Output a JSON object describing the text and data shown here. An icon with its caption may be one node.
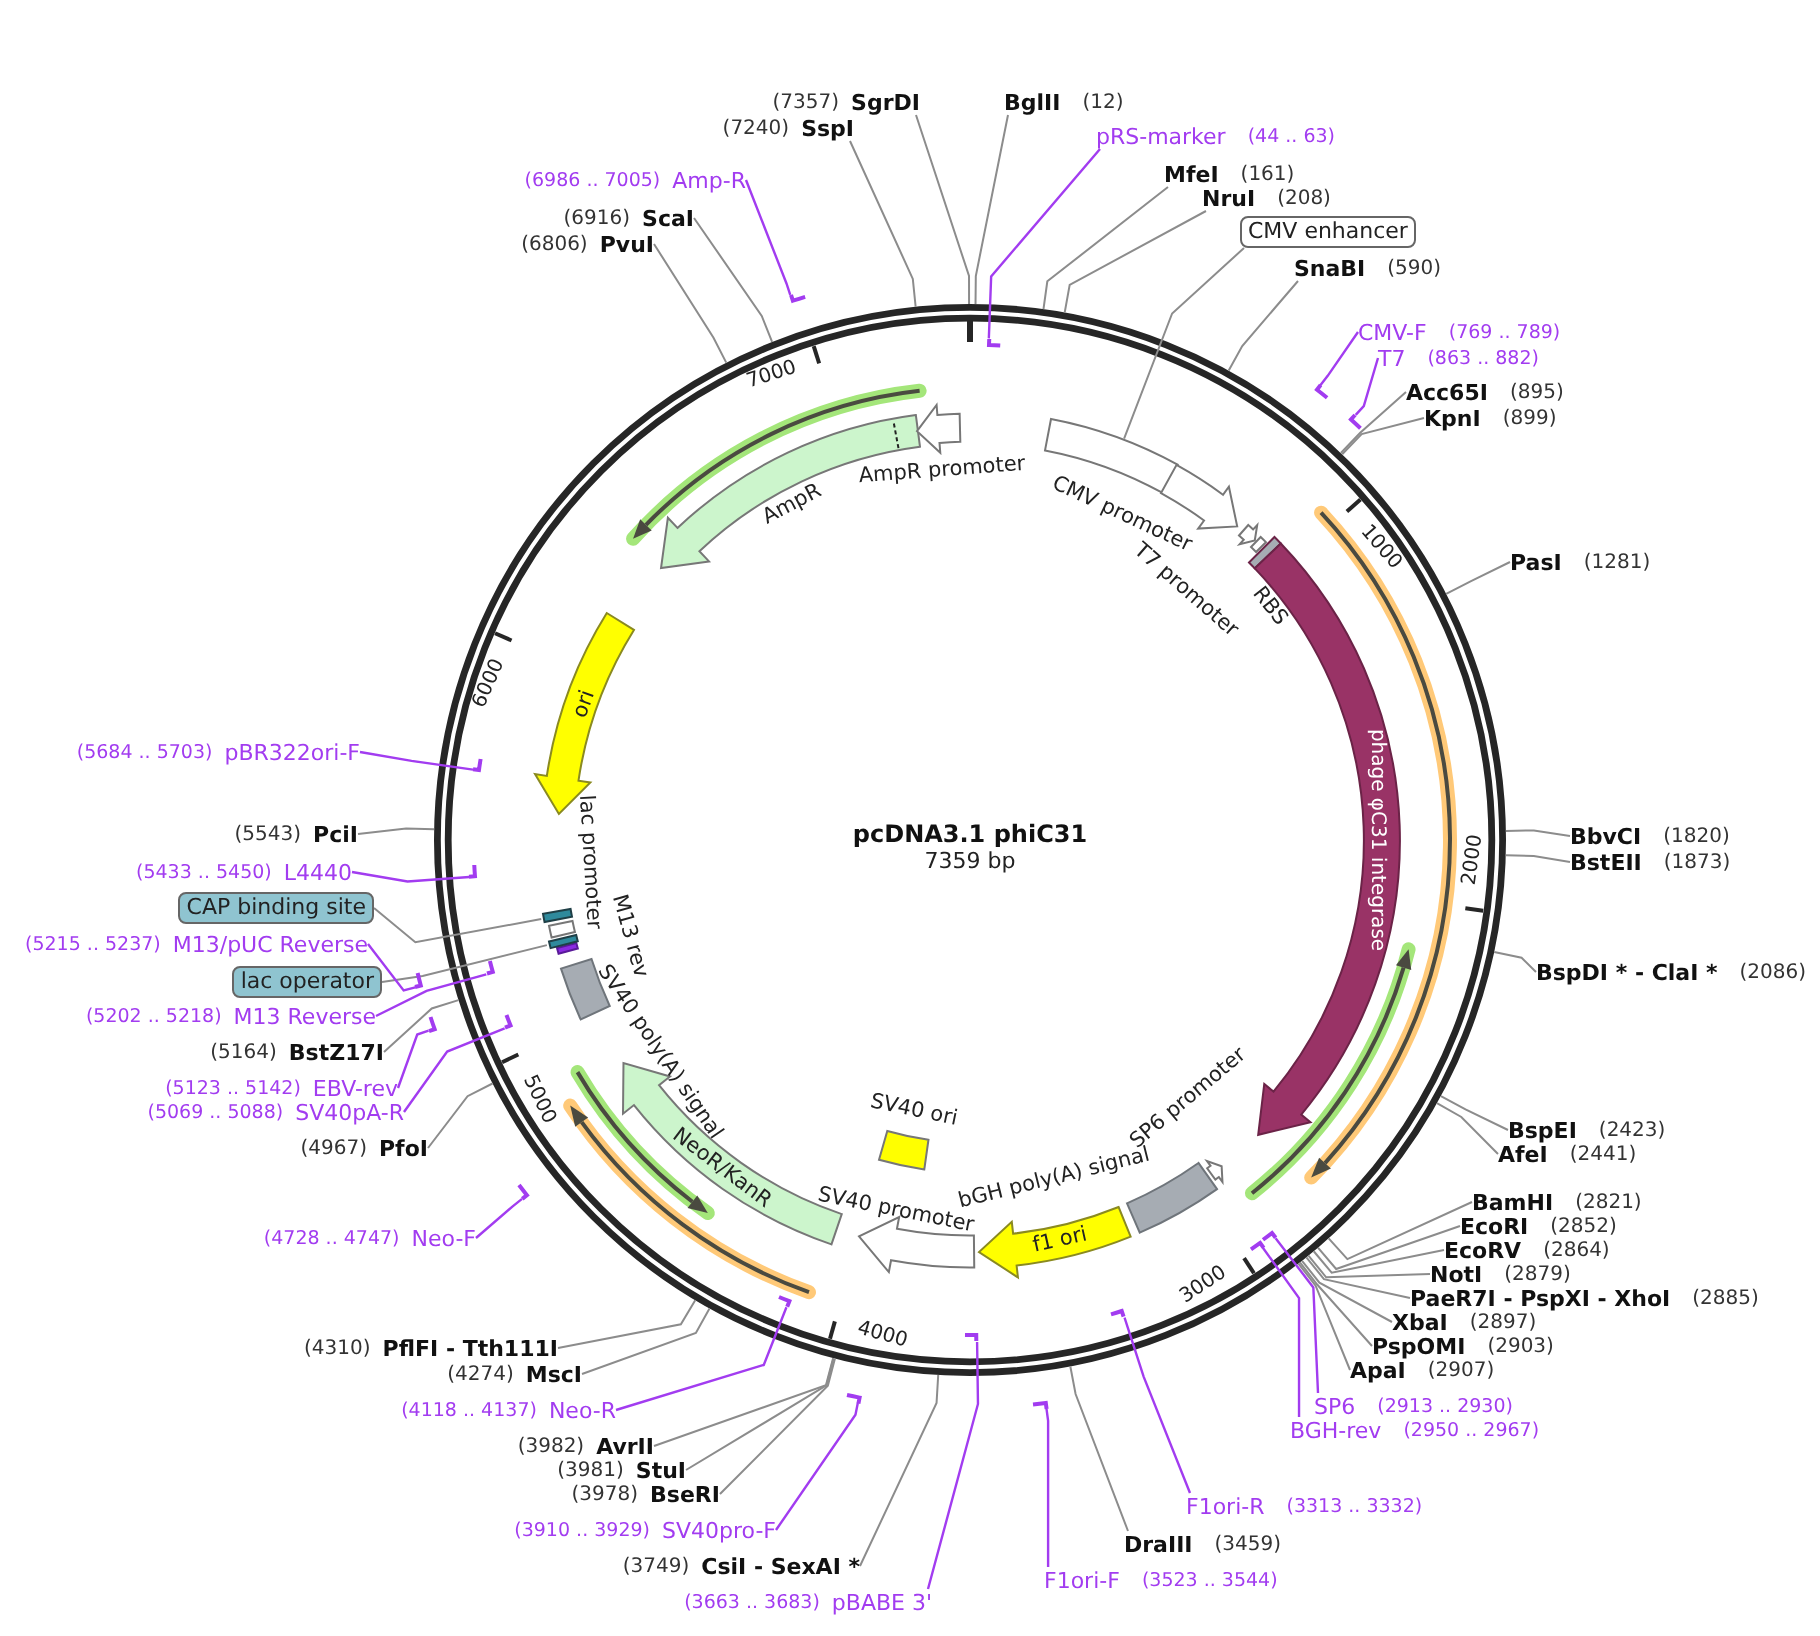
{
  "diagram": {
    "title": "pcDNA3.1 phiC31",
    "nodes": [
      {
        "text": [
          "BglII"
        ],
        "beside": [
          "(12)"
        ]
      },
      {
        "text": [
          "pRS-marker"
        ],
        "beside": [
          "(44 .. 63)"
        ]
      },
      {
        "text": [],
        "shape": "bar"
      },
      {
        "text": [
          "MfeI"
        ],
        "beside": [
          "(161)"
        ]
      },
      {
        "text": [
          "NruI"
        ],
        "beside": [
          "(208)"
        ]
      },
      {
        "text": [
          "CMV enhancer"
        ]
      },
      {
        "text": [
          "SnaBI"
        ],
        "beside": [
          "(590)"
        ]
      },
      {
        "text": [
          "CMV-F"
        ],
        "beside": [
          "(769 .. 789)"
        ]
      },
      {
        "text": [],
        "shape": "bar"
      },
      {
        "text": [
          "T7"
        ],
        "beside": [
          "(863 .. 882)"
        ]
      },
      {
        "text": [],
        "shape": "bar"
      },
      {
        "text": [
          "Acc65I"
        ],
        "beside": [
          "(895)"
        ]
      },
      {
        "text": [
          "KpnI"
        ],
        "beside": [
          "(899)"
        ]
      },
      {
        "text": [
          "PasI"
        ],
        "beside": [
          "(1281)"
        ]
      },
      {
        "text": [
          "BbvCI"
        ],
        "beside": [
          "(1820)"
        ]
      },
      {
        "text": [
          "BstEII"
        ],
        "beside": [
          "(1873)"
        ]
      },
      {
        "text": [
          "BspDI * - ClaI *"
        ],
        "beside": [
          "(2086)"
        ]
      },
      {
        "text": [
          "BspEI"
        ],
        "beside": [
          "(2423)"
        ]
      },
      {
        "text": [
          "AfeI"
        ],
        "beside": [
          "(2441)"
        ]
      },
      {
        "text": [
          "BamHI"
        ],
        "beside": [
          "(2821)"
        ]
      },
      {
        "text": [
          "EcoRI"
        ],
        "beside": [
          "(2852)"
        ]
      },
      {
        "text": [
          "EcoRV"
        ],
        "beside": [
          "(2864)"
        ]
      },
      {
        "text": [
          "NotI"
        ],
        "beside": [
          "(2879)"
        ]
      },
      {
        "text": [
          "PaeR7I - PspXI - XhoI"
        ],
        "beside": [
          "(2885)"
        ]
      },
      {
        "text": [
          "XbaI"
        ],
        "beside": [
          "(2897)"
        ]
      },
      {
        "text": [
          "PspOMI"
        ],
        "beside": [
          "(2903)"
        ]
      },
      {
        "text": [
          "ApaI"
        ],
        "beside": [
          "(2907)"
        ]
      },
      {
        "text": [
          "SP6"
        ],
        "beside": [
          "(2913 .. 2930)"
        ]
      },
      {
        "text": [],
        "shape": "bar"
      },
      {
        "text": [
          "BGH-rev"
        ],
        "beside": [
          "(2950 .. 2967)"
        ]
      },
      {
        "text": [],
        "shape": "bar"
      },
      {
        "text": [
          "F1ori-R"
        ],
        "beside": [
          "(3313 .. 3332)"
        ]
      },
      {
        "text": [],
        "shape": "bar"
      },
      {
        "text": [
          "DraIII"
        ],
        "beside": [
          "(3459)"
        ]
      },
      {
        "text": [
          "F1ori-F"
        ],
        "beside": [
          "(3523 .. 3544)"
        ]
      },
      {
        "text": [],
        "shape": "bar"
      },
      {
        "text": [
          "pBABE 3'"
        ],
        "beside": [
          "(3663 .. 3683)"
        ]
      },
      {
        "text": [],
        "shape": "bar"
      },
      {
        "text": [
          "CsiI - SexAI *"
        ],
        "beside": [
          "(3749)"
        ]
      },
      {
        "text": [
          "SV40pro-F"
        ],
        "beside": [
          "(3910 .. 3929)"
        ]
      },
      {
        "text": [],
        "shape": "bar"
      },
      {
        "text": [
          "BseRI"
        ],
        "beside": [
          "(3978)"
        ]
      },
      {
        "text": [
          "StuI"
        ],
        "beside": [
          "(3981)"
        ]
      },
      {
        "text": [
          "AvrII"
        ],
        "beside": [
          "(3982)"
        ]
      },
      {
        "text": [
          "Neo-R"
        ],
        "beside": [
          "(4118 .. 4137)"
        ]
      },
      {
        "text": [],
        "shape": "bar"
      },
      {
        "text": [
          "MscI"
        ],
        "beside": [
          "(4274)"
        ]
      },
      {
        "text": [
          "PflFI - Tth111I"
        ],
        "beside": [
          "(4310)"
        ]
      },
      {
        "text": [
          "Neo-F"
        ],
        "beside": [
          "(4728 .. 4747)"
        ]
      },
      {
        "text": [],
        "shape": "bar"
      },
      {
        "text": [
          "PfoI"
        ],
        "beside": [
          "(4967)"
        ]
      },
      {
        "text": [
          "SV40pA-R"
        ],
        "beside": [
          "(5069 .. 5088)"
        ]
      },
      {
        "text": [],
        "shape": "bar"
      },
      {
        "text": [
          "EBV-rev"
        ],
        "beside": [
          "(5123 .. 5142)"
        ]
      },
      {
        "text": [],
        "shape": "bar"
      },
      {
        "text": [
          "BstZ17I"
        ],
        "beside": [
          "(5164)"
        ]
      },
      {
        "text": [
          "M13 Reverse"
        ],
        "beside": [
          "(5202 .. 5218)"
        ]
      },
      {
        "text": [],
        "shape": "bar"
      },
      {
        "text": [
          "lac operator"
        ]
      },
      {
        "text": [
          "M13/pUC Reverse"
        ],
        "beside": [
          "(5215 .. 5237)"
        ]
      },
      {
        "text": [],
        "shape": "bar"
      },
      {
        "text": [
          "CAP binding site"
        ]
      },
      {
        "text": [
          "L4440"
        ],
        "beside": [
          "(5433 .. 5450)"
        ]
      },
      {
        "text": [],
        "shape": "bar"
      },
      {
        "text": [
          "PciI"
        ],
        "beside": [
          "(5543)"
        ]
      },
      {
        "text": [
          "pBR322ori-F"
        ],
        "beside": [
          "(5684 .. 5703)"
        ]
      },
      {
        "text": [],
        "shape": "bar"
      },
      {
        "text": [
          "PvuI"
        ],
        "beside": [
          "(6806)"
        ]
      },
      {
        "text": [
          "ScaI"
        ],
        "beside": [
          "(6916)"
        ]
      },
      {
        "text": [
          "Amp-R"
        ],
        "beside": [
          "(6986 .. 7005)"
        ]
      },
      {
        "text": [],
        "shape": "bar"
      },
      {
        "text": [
          "SspI"
        ],
        "beside": [
          "(7240)"
        ]
      },
      {
        "text": [
          "SgrDI"
        ],
        "beside": [
          "(7357)"
        ]
      },
      {
        "text": [],
        "shape": "box"
      },
      {
        "text": [
          "CMV promoter"
        ]
      },
      {
        "text": [
          "T7 promoter"
        ]
      },
      {
        "text": [
          "RBS"
        ]
      },
      {
        "text": [
          "phage φC31 integrase"
        ]
      },
      {
        "text": [
          "SP6 promoter"
        ]
      },
      {
        "text": [
          "bGH poly(A) signal"
        ]
      },
      {
        "text": [
          "f1 ori"
        ]
      },
      {
        "text": [
          "SV40 promoter"
        ]
      },
      {
        "text": [
          "SV40 ori"
        ]
      },
      {
        "text": [
          "NeoR/KanR"
        ]
      },
      {
        "text": [
          "SV40 poly(A) signal"
        ]
      },
      {
        "text": [
          "M13 rev"
        ]
      },
      {
        "text": [],
        "shape": "box"
      },
      {
        "text": [
          "lac promoter"
        ]
      },
      {
        "text": [],
        "shape": "box"
      },
      {
        "text": [
          "ori"
        ]
      },
      {
        "text": [
          "AmpR"
        ]
      },
      {
        "text": [
          "AmpR promoter"
        ]
      }
    ],
    "edges": [
      {
        "from": 0,
        "to": null,
        "arrow": "none"
      },
      {
        "from": 1,
        "to": 2,
        "arrow": "none",
        "color": "#a23cf0"
      },
      {
        "from": 3,
        "to": null,
        "arrow": "none"
      },
      {
        "from": 4,
        "to": null,
        "arrow": "none"
      },
      {
        "from": 5,
        "to": 73,
        "arrow": "none"
      },
      {
        "from": 6,
        "to": null,
        "arrow": "none"
      },
      {
        "from": 7,
        "to": 8,
        "arrow": "none",
        "color": "#a23cf0"
      },
      {
        "from": 9,
        "to": 10,
        "arrow": "none",
        "color": "#a23cf0"
      },
      {
        "from": 11,
        "to": null,
        "arrow": "none"
      },
      {
        "from": 12,
        "to": null,
        "arrow": "none"
      },
      {
        "from": 13,
        "to": null,
        "arrow": "none"
      },
      {
        "from": 14,
        "to": null,
        "arrow": "none"
      },
      {
        "from": 15,
        "to": null,
        "arrow": "none"
      },
      {
        "from": 16,
        "to": null,
        "arrow": "none"
      },
      {
        "from": 17,
        "to": null,
        "arrow": "none"
      },
      {
        "from": 18,
        "to": null,
        "arrow": "none"
      },
      {
        "from": 19,
        "to": null,
        "arrow": "none"
      },
      {
        "from": 20,
        "to": null,
        "arrow": "none"
      },
      {
        "from": 21,
        "to": null,
        "arrow": "none"
      },
      {
        "from": 22,
        "to": null,
        "arrow": "none"
      },
      {
        "from": 23,
        "to": null,
        "arrow": "none"
      },
      {
        "from": 24,
        "to": null,
        "arrow": "none"
      },
      {
        "from": 25,
        "to": null,
        "arrow": "none"
      },
      {
        "from": 26,
        "to": null,
        "arrow": "none"
      },
      {
        "from": 27,
        "to": 28,
        "arrow": "none",
        "color": "#a23cf0"
      },
      {
        "from": 29,
        "to": 30,
        "arrow": "none",
        "color": "#a23cf0"
      },
      {
        "from": 31,
        "to": 32,
        "arrow": "none",
        "color": "#a23cf0"
      },
      {
        "from": 33,
        "to": null,
        "arrow": "none"
      },
      {
        "from": 34,
        "to": 35,
        "arrow": "none",
        "color": "#a23cf0"
      },
      {
        "from": 36,
        "to": 37,
        "arrow": "none",
        "color": "#a23cf0"
      },
      {
        "from": 38,
        "to": null,
        "arrow": "none"
      },
      {
        "from": 39,
        "to": 40,
        "arrow": "none",
        "color": "#a23cf0"
      },
      {
        "from": 41,
        "to": null,
        "arrow": "none"
      },
      {
        "from": 42,
        "to": null,
        "arrow": "none"
      },
      {
        "from": 43,
        "to": null,
        "arrow": "none"
      },
      {
        "from": 44,
        "to": 45,
        "arrow": "none",
        "color": "#a23cf0"
      },
      {
        "from": 46,
        "to": null,
        "arrow": "none"
      },
      {
        "from": 47,
        "to": null,
        "arrow": "none"
      },
      {
        "from": 48,
        "to": 49,
        "arrow": "none",
        "color": "#a23cf0"
      },
      {
        "from": 50,
        "to": null,
        "arrow": "none"
      },
      {
        "from": 51,
        "to": 52,
        "arrow": "none",
        "color": "#a23cf0"
      },
      {
        "from": 53,
        "to": 54,
        "arrow": "none",
        "color": "#a23cf0"
      },
      {
        "from": 55,
        "to": null,
        "arrow": "none"
      },
      {
        "from": 56,
        "to": 57,
        "arrow": "none",
        "color": "#a23cf0"
      },
      {
        "from": 58,
        "to": 86,
        "arrow": "none"
      },
      {
        "from": 59,
        "to": 60,
        "arrow": "none",
        "color": "#a23cf0"
      },
      {
        "from": 61,
        "to": 88,
        "arrow": "none"
      },
      {
        "from": 62,
        "to": 63,
        "arrow": "none",
        "color": "#a23cf0"
      },
      {
        "from": 64,
        "to": null,
        "arrow": "none"
      },
      {
        "from": 65,
        "to": 66,
        "arrow": "none",
        "color": "#a23cf0"
      },
      {
        "from": 67,
        "to": null,
        "arrow": "none"
      },
      {
        "from": 68,
        "to": null,
        "arrow": "none"
      },
      {
        "from": 69,
        "to": 70,
        "arrow": "none",
        "color": "#a23cf0"
      },
      {
        "from": 71,
        "to": null,
        "arrow": "none"
      },
      {
        "from": 72,
        "to": null,
        "arrow": "none"
      }
    ],
    "labels": [
      "7000",
      "1000",
      "6000",
      "7359 bp",
      "2000",
      "5000",
      "3000",
      "4000"
    ]
  }
}
